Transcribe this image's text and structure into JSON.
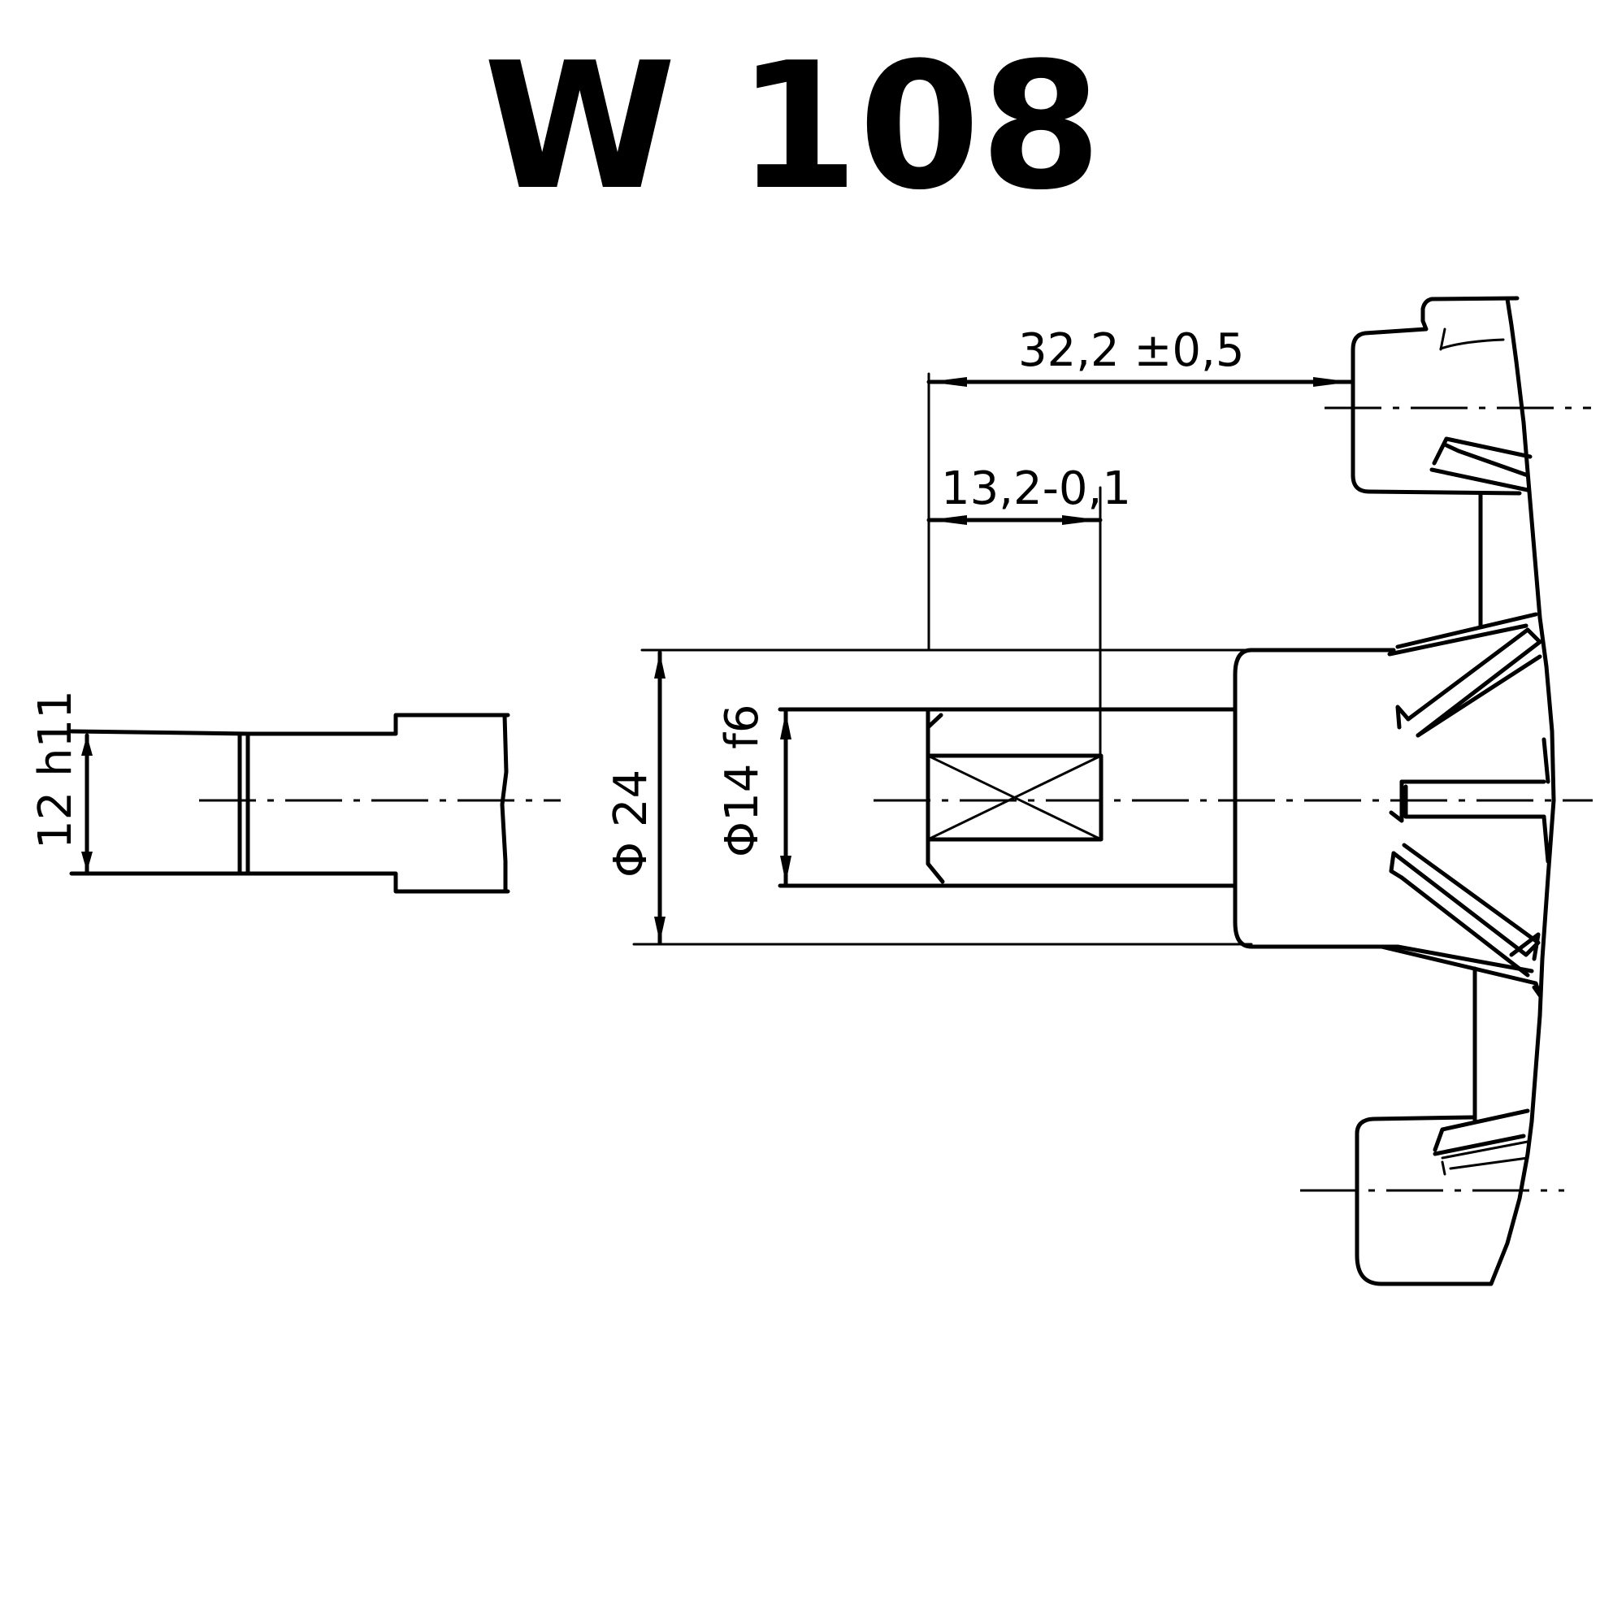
{
  "title": "W 108",
  "dimensions": {
    "overall_length": "32,2 ±0,5",
    "bearing_width": "13,2-0,1",
    "outer_diameter": "Φ 24",
    "shaft_diameter": "Φ14 f6",
    "flat_width": "12 h11"
  },
  "colors": {
    "ink": "#000000",
    "paper": "#ffffff"
  }
}
